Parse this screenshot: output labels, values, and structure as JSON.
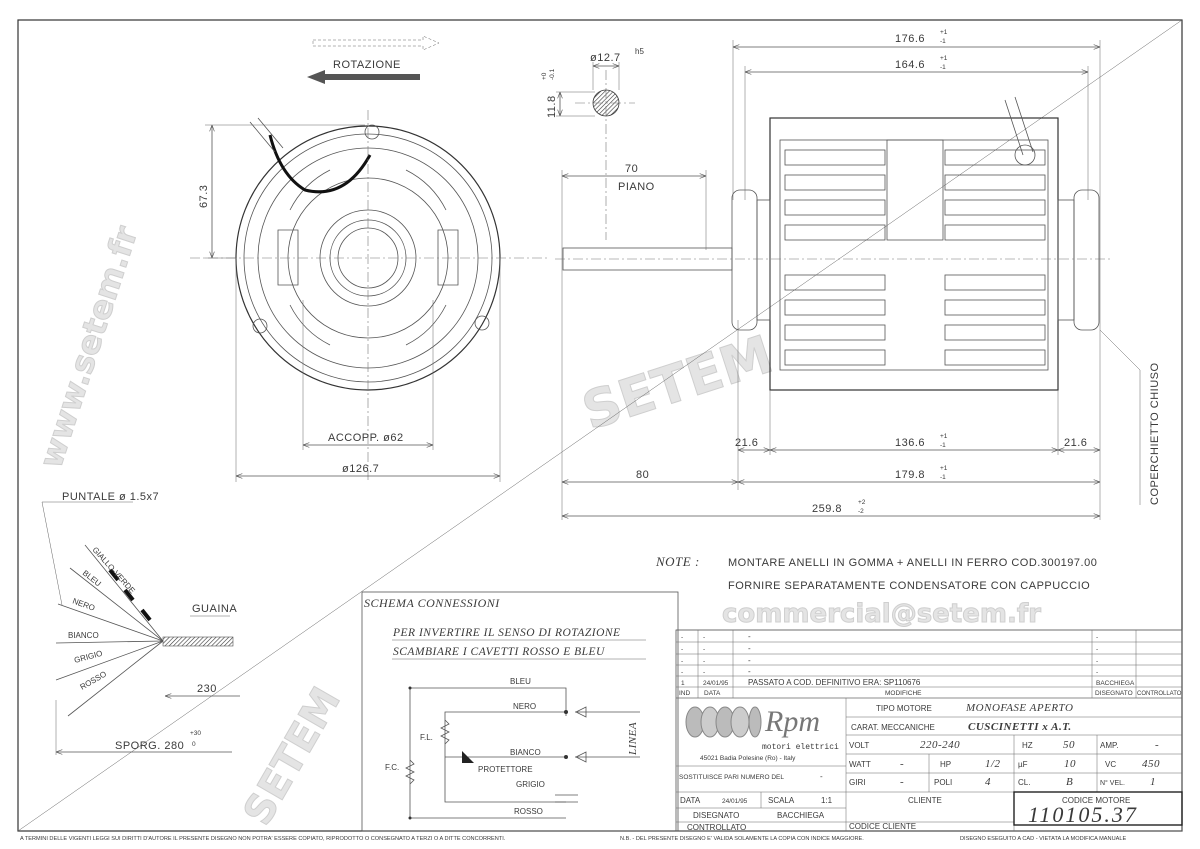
{
  "watermark": {
    "site": "www.setem.fr",
    "brand": "SETEM",
    "email": "commercial@setem.fr"
  },
  "rotation": {
    "label": "ROTAZIONE"
  },
  "shaft_section": {
    "diameter": "ø12.7",
    "fit": "h5",
    "flat": "11.8",
    "tol_upper": "+0",
    "tol_lower": "-0.1"
  },
  "front_view": {
    "height_dim": "67.3",
    "coupling": "ACCOPP. ø62",
    "outer_diameter": "ø126.7"
  },
  "side_view": {
    "dim_176": "176.6",
    "dim_164": "164.6",
    "tol_plus": "+1",
    "tol_minus": "-1",
    "flat_length": "70",
    "flat_label": "PIANO",
    "dim_21_left": "21.6",
    "dim_136": "136.6",
    "dim_21_right": "21.6",
    "dim_80": "80",
    "dim_179": "179.8",
    "dim_259": "259.8",
    "tol_259_plus": "+2",
    "tol_259_minus": "-2",
    "cover_label": "COPERCHIETTO CHIUSO"
  },
  "cable": {
    "tip": "PUNTALE ø 1.5x7",
    "sheath": "GUAINA",
    "length_230": "230",
    "projection": "SPORG. 280",
    "proj_tol_plus": "+30",
    "proj_tol_minus": "0",
    "wires": [
      "GIALLO-VERDE",
      "BLEU",
      "NERO",
      "BIANCO",
      "GRIGIO",
      "ROSSO"
    ]
  },
  "notes": {
    "label": "NOTE :",
    "lines": [
      "MONTARE ANELLI IN GOMMA + ANELLI IN FERRO COD.300197.00",
      "FORNIRE SEPARATAMENTE CONDENSATORE CON CAPPUCCIO"
    ]
  },
  "schema": {
    "title": "SCHEMA CONNESSIONI",
    "instruction": [
      "PER INVERTIRE IL SENSO DI ROTAZIONE",
      "SCAMBIARE I CAVETTI ROSSO E BLEU"
    ],
    "labels": {
      "bleu": "BLEU",
      "nero": "NERO",
      "bianco": "BIANCO",
      "protettore": "PROTETTORE",
      "grigio": "GRIGIO",
      "rosso": "ROSSO",
      "fl": "F.L.",
      "fc": "F.C.",
      "linea": "LINEA"
    }
  },
  "title_block": {
    "revisions": [
      {
        "ind": "-",
        "data": "-",
        "desc": "-",
        "dis": "-"
      },
      {
        "ind": "-",
        "data": "-",
        "desc": "-",
        "dis": "-"
      },
      {
        "ind": "-",
        "data": "-",
        "desc": "-",
        "dis": "-"
      },
      {
        "ind": "-",
        "data": "-",
        "desc": "-",
        "dis": "-"
      },
      {
        "ind": "1",
        "data": "24/01/95",
        "desc": "PASSATO A COD. DEFINITIVO ERA: SP110676",
        "dis": "BACCHIEGA"
      }
    ],
    "headers": {
      "ind": "IND",
      "data": "DATA",
      "modifiche": "MODIFICHE",
      "disegnato": "DISEGNATO",
      "controllato": "CONTROLLATO"
    },
    "logo": {
      "name": "Rpm",
      "tagline": "motori elettrici",
      "address": "45021 Badia Polesine (Ro) - Italy"
    },
    "tipo_motore": {
      "label": "TIPO MOTORE",
      "value": "MONOFASE APERTO"
    },
    "carat": {
      "label": "CARAT. MECCANICHE",
      "value": "CUSCINETTI x A.T."
    },
    "volt": {
      "label": "VOLT",
      "value": "220-240"
    },
    "hz": {
      "label": "HZ",
      "value": "50"
    },
    "amp": {
      "label": "AMP.",
      "value": "-"
    },
    "watt": {
      "label": "WATT",
      "value": "-"
    },
    "hp": {
      "label": "HP",
      "value": "1/2"
    },
    "uf": {
      "label": "µF",
      "value": "10"
    },
    "vc": {
      "label": "VC",
      "value": "450"
    },
    "giri": {
      "label": "GIRI",
      "value": "-"
    },
    "poli": {
      "label": "POLI",
      "value": "4"
    },
    "cl": {
      "label": "CL.",
      "value": "B"
    },
    "nvel": {
      "label": "N° VEL.",
      "value": "1"
    },
    "sostituisce": {
      "label": "SOSTITUISCE PARI NUMERO DEL",
      "value": "-"
    },
    "data": {
      "label": "DATA",
      "value": "24/01/95"
    },
    "scala": {
      "label": "SCALA",
      "value": "1:1"
    },
    "disegnato": {
      "label": "DISEGNATO",
      "value": "BACCHIEGA"
    },
    "controllato": {
      "label": "CONTROLLATO"
    },
    "cliente": {
      "label": "CLIENTE"
    },
    "codice_cliente": {
      "label": "CODICE CLIENTE"
    },
    "codice_motore": {
      "label": "CODICE MOTORE",
      "value": "110105.37"
    }
  },
  "footer": {
    "left": "A TERMINI DELLE VIGENTI LEGGI SUI DIRITTI D'AUTORE IL PRESENTE DISEGNO NON POTRA' ESSERE COPIATO, RIPRODOTTO O CONSEGNATO A TERZI O A DITTE CONCORRENTI.",
    "middle": "N.B. - DEL PRESENTE DISEGNO E' VALIDA SOLAMENTE LA COPIA CON INDICE MAGGIORE.",
    "right": "DISEGNO ESEGUITO A CAD - VIETATA LA MODIFICA MANUALE"
  }
}
